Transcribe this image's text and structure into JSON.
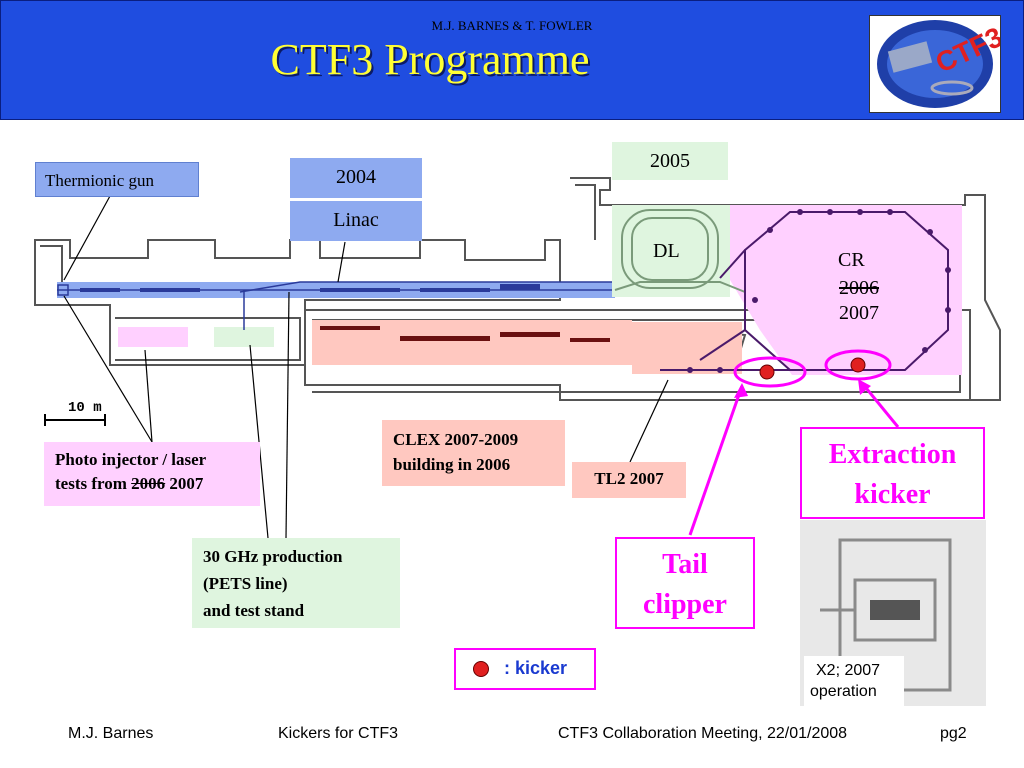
{
  "header": {
    "authors": "M.J. BARNES & T. FOWLER",
    "title": "CTF3 Programme",
    "logo_text": "CTF3"
  },
  "labels": {
    "thermionic_gun": "Thermionic gun",
    "year_2004": "2004",
    "linac": "Linac",
    "year_2005": "2005",
    "dl": "DL",
    "cr": "CR",
    "cr_2006": "2006",
    "cr_2007": "2007",
    "scale": "10 m",
    "photo_line1": "Photo injector / laser",
    "photo_line2_a": "tests from ",
    "photo_line2_struck": "2006",
    "photo_line2_b": " 2007",
    "clex_line1": "CLEX 2007-2009",
    "clex_line2": "building in 2006",
    "tl2": "TL2 2007",
    "ghz_line1": "30 GHz production",
    "ghz_line2": "(PETS line)",
    "ghz_line3": "and test stand",
    "extraction_line1": "Extraction",
    "extraction_line2": "kicker",
    "tail_line1": "Tail",
    "tail_line2": "clipper",
    "kicker_legend": ": kicker",
    "photo_caption_line1": "X2; 2007",
    "photo_caption_line2": "operation"
  },
  "footer": {
    "author": "M.J. Barnes",
    "topic": "Kickers for CTF3",
    "meeting": "CTF3 Collaboration Meeting, 22/01/2008",
    "page": "pg2"
  },
  "colors": {
    "header_bg": "#1f4de0",
    "title": "#ffff33",
    "magenta": "#ff00ff",
    "kicker_red": "#e02020",
    "legend_text": "#1a3ad0"
  }
}
